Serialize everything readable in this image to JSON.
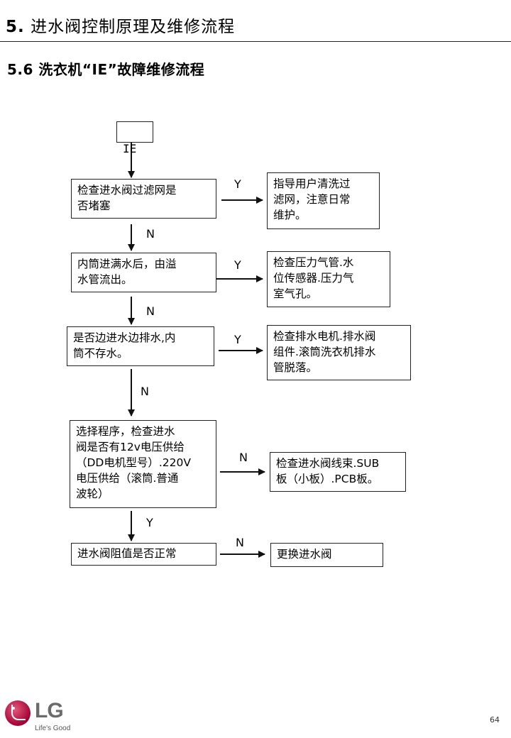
{
  "header": {
    "section_number": "5.",
    "section_title": "进水阀控制原理及维修流程"
  },
  "subtitle": "5.6 洗衣机“IE”故障维修流程",
  "flow": {
    "start": "IE",
    "steps": [
      {
        "question": "检查进水阀过滤网是\n否堵塞",
        "branch": "Y",
        "action": "指导用户清洗过\n滤网，注意日常\n维护。",
        "next": "N"
      },
      {
        "question": "内筒进满水后，由溢\n水管流出。",
        "branch": "Y",
        "action": "检查压力气管.水\n位传感器.压力气\n室气孔。",
        "next": "N"
      },
      {
        "question": "是否边进水边排水,内\n筒不存水。",
        "branch": "Y",
        "action": "检查排水电机.排水阀\n组件.滚筒洗衣机排水\n管脱落。",
        "next": "N"
      },
      {
        "question": "选择程序，检查进水\n阀是否有12v电压供给\n（DD电机型号）.220V\n电压供给（滚筒.普通\n波轮）",
        "branch": "N",
        "action": "检查进水阀线束.SUB\n板（小板）.PCB板。",
        "next": "Y"
      },
      {
        "question": "进水阀阻值是否正常",
        "branch": "N",
        "action": "更换进水阀"
      }
    ]
  },
  "logo": {
    "brand": "LG",
    "tagline": "Life's Good",
    "brand_color": "#A50034"
  },
  "page_number": "64"
}
